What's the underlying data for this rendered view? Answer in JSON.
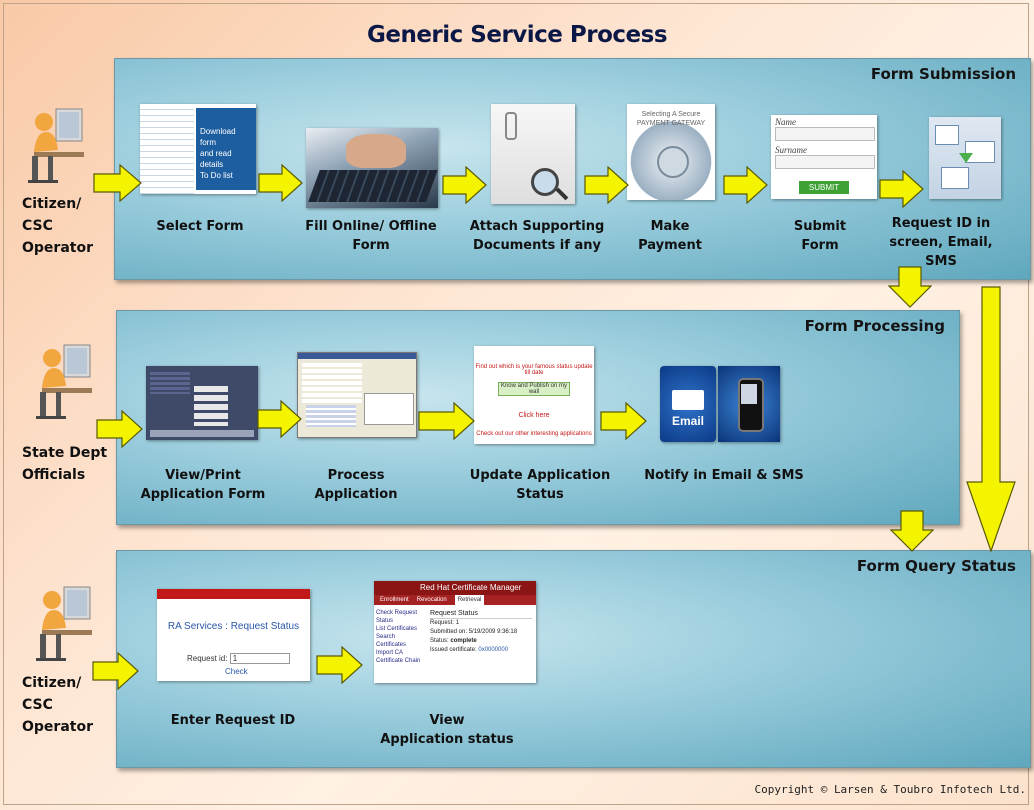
{
  "title": "Generic Service Process",
  "panels": {
    "submission": {
      "title": "Form Submission",
      "actor": [
        "Citizen/",
        "CSC",
        "Operator"
      ],
      "steps": [
        [
          "Select Form"
        ],
        [
          "Fill Online/ Offline",
          "Form"
        ],
        [
          "Attach Supporting",
          "Documents if any"
        ],
        [
          "Make",
          "Payment"
        ],
        [
          "Submit",
          "Form"
        ],
        [
          "Request ID in",
          "screen, Email,",
          "SMS"
        ]
      ]
    },
    "processing": {
      "title": "Form Processing",
      "actor": [
        "State Dept",
        "Officials"
      ],
      "steps": [
        [
          "View/Print",
          "Application Form"
        ],
        [
          "Process",
          "Application"
        ],
        [
          "Update Application",
          "Status"
        ],
        [
          "Notify in Email & SMS"
        ]
      ]
    },
    "query": {
      "title": "Form Query Status",
      "actor": [
        "Citizen/",
        "CSC",
        "Operator"
      ],
      "steps": [
        [
          "Enter Request ID"
        ],
        [
          "View",
          "Application status"
        ]
      ]
    }
  },
  "thumbs": {
    "select_form": [
      "Download form",
      "and read details",
      "To Do list"
    ],
    "payment": [
      "Selecting A Secure",
      "PAYMENT GATEWAY"
    ],
    "submit": [
      "Name",
      "Surname",
      "SUBMIT"
    ],
    "update_status": [
      "Find out which is your famous status update till date",
      "Know and Publish on my wall",
      "Click here",
      "Check out our other interesting applications"
    ],
    "email": "Email",
    "request_status": [
      "RA Services : Request Status",
      "Request id:",
      "1",
      "Check"
    ],
    "cert": [
      "Red Hat",
      "Certificate Manager",
      "Enrollment",
      "Revocation",
      "Retrieval",
      "Check Request Status",
      "List Certificates",
      "Search Certificates",
      "Import CA Certificate Chain",
      "Request Status",
      "Request:",
      "1",
      "Submitted on:",
      "5/19/2009 9:36:18",
      "Status:",
      "complete",
      "Issued certificate:",
      "0x0000000"
    ]
  },
  "copyright": "Copyright © Larsen & Toubro Infotech Ltd.",
  "colors": {
    "arrow": "#f4f400",
    "arrow_outline": "#5a5a00",
    "title": "#0b1846"
  }
}
